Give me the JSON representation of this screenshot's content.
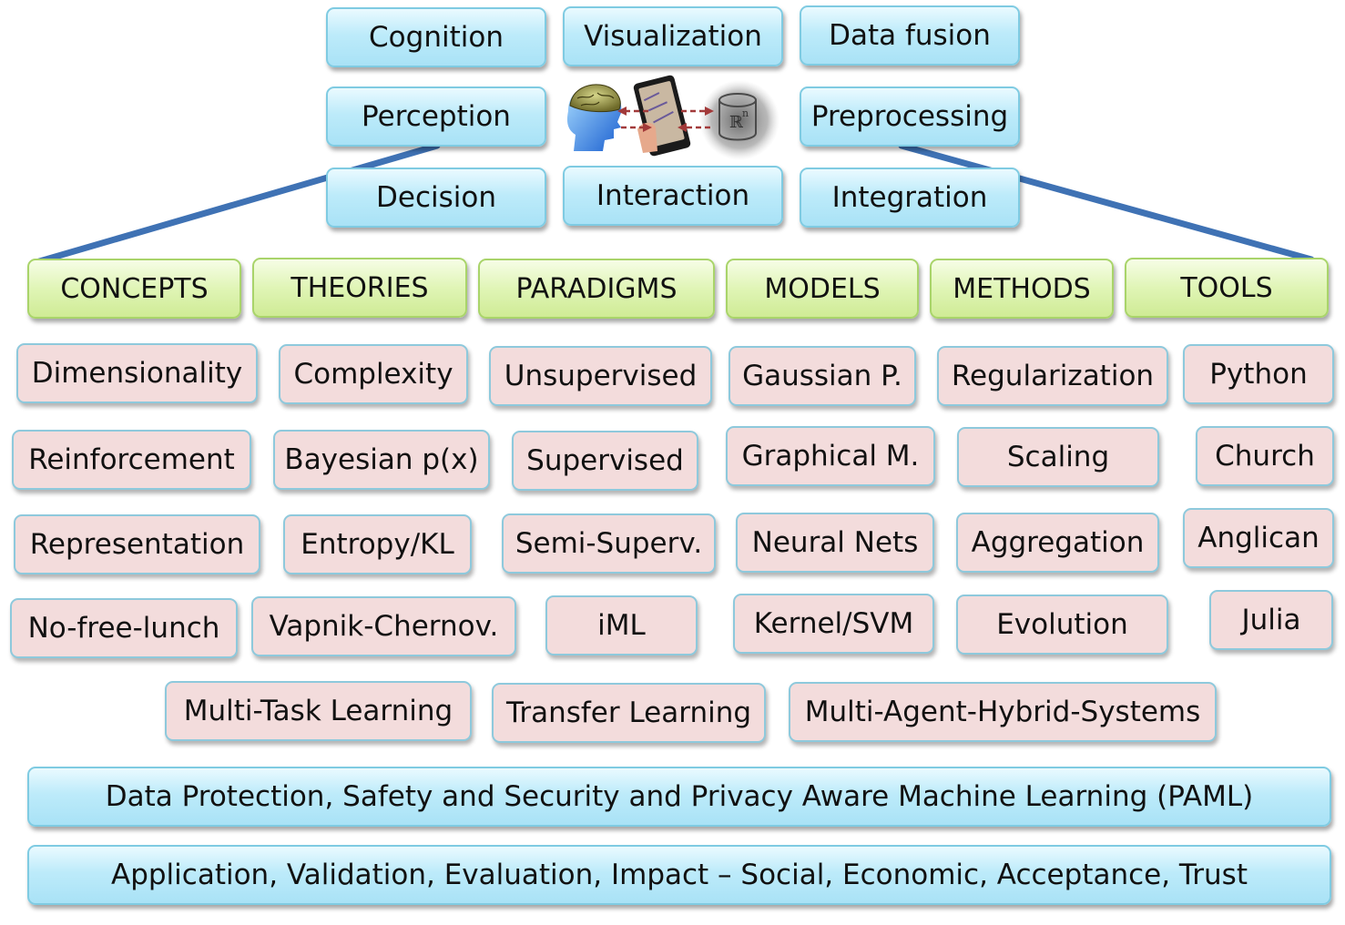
{
  "colors": {
    "connector": "#3f72b4",
    "blue_box": "#a9e2f6",
    "green_box": "#d8f0a6",
    "pink_box": "#f3dcdc",
    "box_border": "#7fcbe2"
  },
  "hub_icons": [
    "head-brain-icon",
    "tablet-hand-icon",
    "data-cloud-icon"
  ],
  "hub_symbol": "ℝ",
  "hub_symbol_sup": "n",
  "top_cluster": {
    "cognition": "Cognition",
    "visualization": "Visualization",
    "data_fusion": "Data fusion",
    "perception": "Perception",
    "preprocessing": "Preprocessing",
    "decision": "Decision",
    "interaction": "Interaction",
    "integration": "Integration"
  },
  "categories": {
    "concepts": "CONCEPTS",
    "theories": "THEORIES",
    "paradigms": "PARADIGMS",
    "models": "MODELS",
    "methods": "METHODS",
    "tools": "TOOLS"
  },
  "concepts": [
    "Dimensionality",
    "Reinforcement",
    "Representation",
    "No-free-lunch"
  ],
  "theories": [
    "Complexity",
    "Bayesian p(x)",
    "Entropy/KL",
    "Vapnik-Chernov."
  ],
  "paradigms": [
    "Unsupervised",
    "Supervised",
    "Semi-Superv.",
    "iML"
  ],
  "models": [
    "Gaussian P.",
    "Graphical M.",
    "Neural Nets",
    "Kernel/SVM"
  ],
  "methods": [
    "Regularization",
    "Scaling",
    "Aggregation",
    "Evolution"
  ],
  "tools": [
    "Python",
    "Church",
    "Anglican",
    "Julia"
  ],
  "learning": {
    "multi_task": "Multi-Task Learning",
    "transfer": "Transfer Learning",
    "multi_agent": "Multi-Agent-Hybrid-Systems"
  },
  "bottom": {
    "paml": "Data Protection, Safety and Security and Privacy Aware Machine Learning (PAML)",
    "application": "Application, Validation, Evaluation, Impact – Social, Economic, Acceptance, Trust"
  }
}
